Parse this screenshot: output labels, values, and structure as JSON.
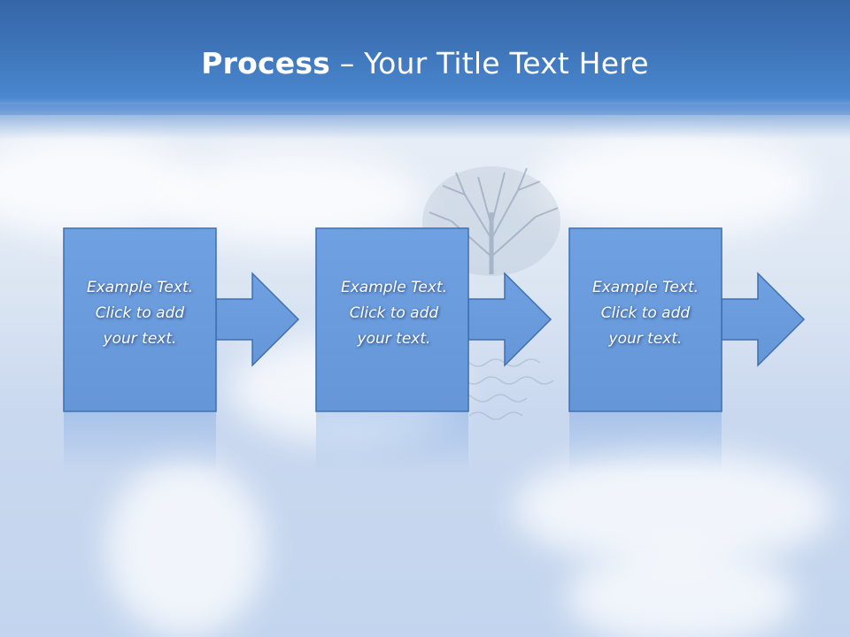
{
  "slide": {
    "title_bold": "Process",
    "title_rest": " – Your Title Text Here"
  },
  "steps": [
    {
      "lines": [
        "Example Text.",
        "Click  to add",
        "your text."
      ]
    },
    {
      "lines": [
        "Example Text.",
        "Click  to add",
        "your text."
      ]
    },
    {
      "lines": [
        "Example Text.",
        "Click  to add",
        "your text."
      ]
    }
  ],
  "colors": {
    "title_bar": "#3e74b8",
    "box_fill": "#6b9ddf",
    "box_border": "#3f6fae"
  }
}
